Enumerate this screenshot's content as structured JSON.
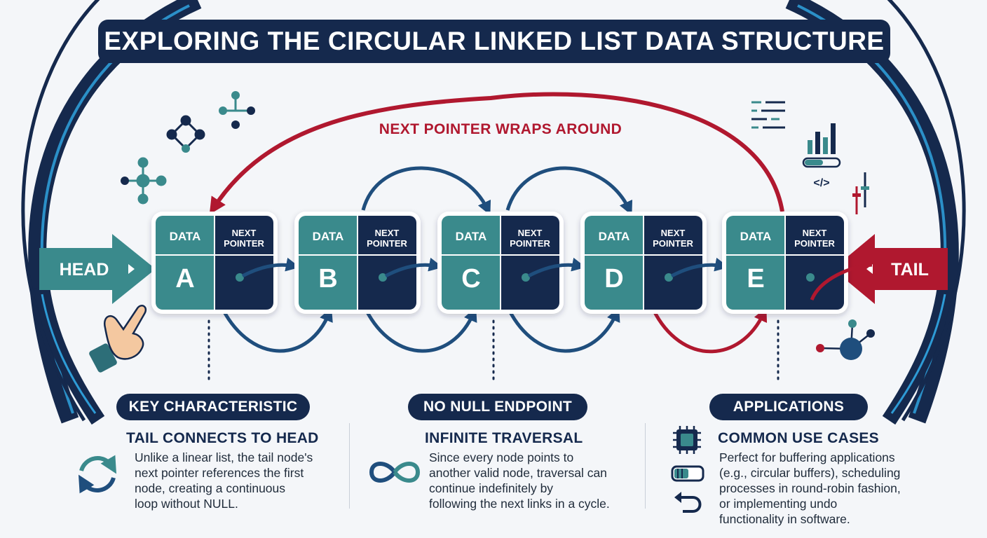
{
  "title": "EXPLORING THE CIRCULAR LINKED LIST DATA STRUCTURE",
  "wrap_label": "NEXT POINTER WRAPS AROUND",
  "head_label": "HEAD",
  "tail_label": "TAIL",
  "node_labels": {
    "data": "DATA",
    "next_line1": "NEXT",
    "next_line2": "POINTER"
  },
  "nodes": [
    "A",
    "B",
    "C",
    "D",
    "E"
  ],
  "sections": [
    {
      "pill": "KEY CHARACTERISTIC",
      "subtitle": "TAIL CONNECTS TO HEAD",
      "lines": [
        "Unlike a linear list, the tail node's",
        "next pointer references the first",
        "node, creating a continuous",
        "loop without NULL."
      ],
      "icon": "cycle-arrows-icon"
    },
    {
      "pill": "NO NULL ENDPOINT",
      "subtitle": "INFINITE TRAVERSAL",
      "lines": [
        "Since every node points to",
        "another valid node, traversal can",
        "continue indefinitely by",
        "following the next links in a cycle."
      ],
      "icon": "infinity-icon"
    },
    {
      "pill": "APPLICATIONS",
      "subtitle": "COMMON USE CASES",
      "lines": [
        "Perfect for buffering applications",
        "(e.g., circular buffers), scheduling",
        "processes in round-robin fashion,",
        "or implementing undo",
        "functionality in software."
      ],
      "icons": [
        "cpu-chip-icon",
        "buffer-cylinder-icon",
        "undo-arrow-icon"
      ]
    }
  ],
  "colors": {
    "navy": "#15294d",
    "teal": "#3a8a8c",
    "crimson": "#b0182f",
    "arrow_blue": "#1f4e7d",
    "glow_blue": "#2e9bd6"
  }
}
